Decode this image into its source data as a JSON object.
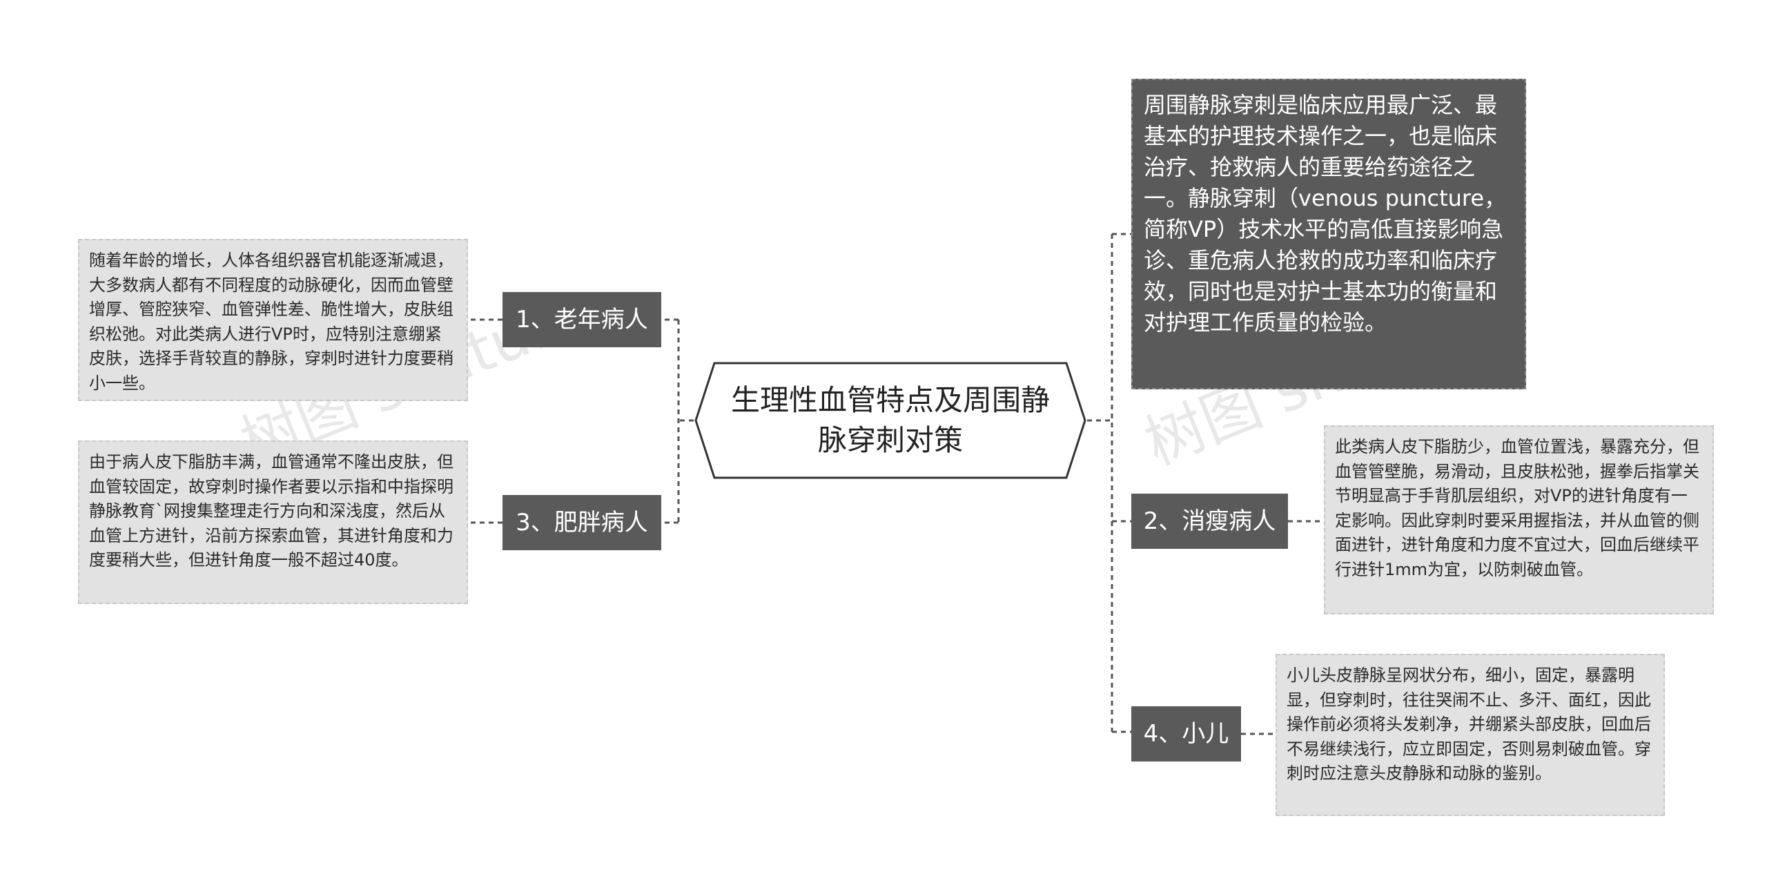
{
  "center_title": "生理性血管特点及周围静脉穿刺对策",
  "intro_text": "周围静脉穿刺是临床应用最广泛、最基本的护理技术操作之一，也是临床治疗、抢救病人的重要给药途径之一。静脉穿刺（venous puncture，简称VP）技术水平的高低直接影响急诊、重危病人抢救的成功率和临床疗效，同时也是对护士基本功的衡量和对护理工作质量的检验。",
  "branches": [
    {
      "label": "1、老年病人",
      "note": "随着年龄的增长，人体各组织器官机能逐渐减退，大多数病人都有不同程度的动脉硬化，因而血管壁增厚、管腔狭窄、血管弹性差、脆性增大，皮肤组织松弛。对此类病人进行VP时，应特别注意绷紧皮肤，选择手背较直的静脉，穿刺时进针力度要稍小一些。"
    },
    {
      "label": "3、肥胖病人",
      "note": "由于病人皮下脂肪丰满，血管通常不隆出皮肤，但血管较固定，故穿刺时操作者要以示指和中指探明静脉教育`网搜集整理走行方向和深浅度，然后从血管上方进针，沿前方探索血管，其进针角度和力度要稍大些，但进针角度一般不超过40度。"
    },
    {
      "label": "2、消瘦病人",
      "note": "此类病人皮下脂肪少，血管位置浅，暴露充分，但血管管壁脆，易滑动，且皮肤松弛，握拳后指掌关节明显高于手背肌层组织，对VP的进针角度有一定影响。因此穿刺时要采用握指法，并从血管的侧面进针，进针角度和力度不宜过大，回血后继续平行进针1mm为宜，以防刺破血管。"
    },
    {
      "label": "4、小儿",
      "note": "小儿头皮静脉呈网状分布，细小，固定，暴露明显，但穿刺时，往往哭闹不止、多汗、面红，因此操作前必须将头发剃净，并绷紧头部皮肤，回血后不易继续浅行，应立即固定，否则易刺破血管。穿刺时应注意头皮静脉和动脉的鉴别。"
    }
  ],
  "watermark": "树图 shutu.cn",
  "colors": {
    "branch_bg": "#5a5a5a",
    "note_bg": "#e2e2e2",
    "connector": "#555555"
  }
}
